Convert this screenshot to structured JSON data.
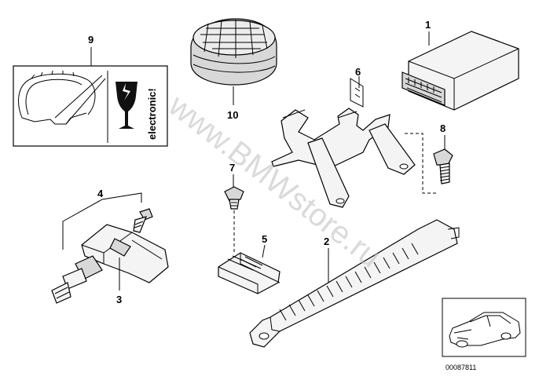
{
  "watermark": "www.BMWstore.ru",
  "diagram_id": "00087811",
  "labels": {
    "label_9_text": "electronic!"
  },
  "callouts": [
    {
      "id": "c1",
      "label": "1"
    },
    {
      "id": "c2",
      "label": "2"
    },
    {
      "id": "c3",
      "label": "3"
    },
    {
      "id": "c4",
      "label": "4"
    },
    {
      "id": "c5",
      "label": "5"
    },
    {
      "id": "c6",
      "label": "6"
    },
    {
      "id": "c7",
      "label": "7"
    },
    {
      "id": "c8",
      "label": "8"
    },
    {
      "id": "c9",
      "label": "9"
    },
    {
      "id": "c10",
      "label": "10"
    }
  ]
}
